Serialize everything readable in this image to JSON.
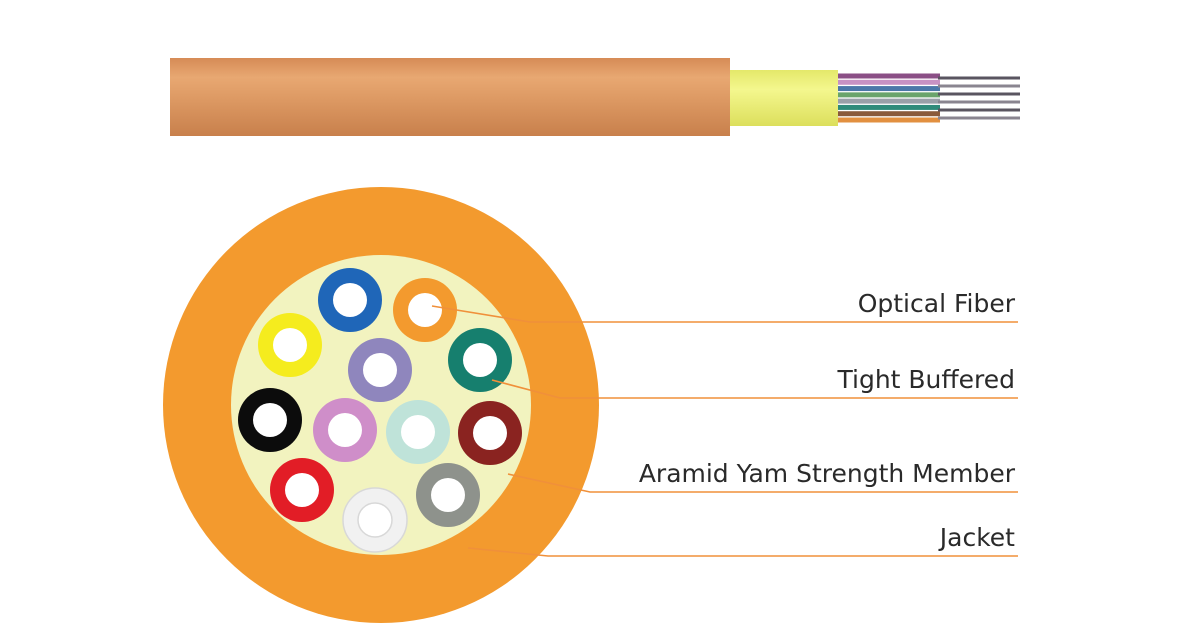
{
  "labels": {
    "optical_fiber": "Optical Fiber",
    "tight_buffered": "Tight Buffered",
    "strength_member": "Aramid Yam Strength Member",
    "jacket": "Jacket"
  },
  "colors": {
    "jacket": "#f39a2e",
    "jacket_side": "#e0a070",
    "strength_member": "#f2f3bf",
    "aramid_side": "#eef27a",
    "leader_line": "#f0903a",
    "fiber_core": "#ffffff"
  },
  "buffers": [
    {
      "color_name": "blue",
      "color": "#1f66b8"
    },
    {
      "color_name": "orange",
      "color": "#f39a2e"
    },
    {
      "color_name": "yellow",
      "color": "#f5ec1e"
    },
    {
      "color_name": "slate",
      "color": "#8f86bd"
    },
    {
      "color_name": "aqua-green",
      "color": "#167f6e"
    },
    {
      "color_name": "black",
      "color": "#0c0c0c"
    },
    {
      "color_name": "rose",
      "color": "#cf8ec9"
    },
    {
      "color_name": "aqua",
      "color": "#bfe3d9"
    },
    {
      "color_name": "brown",
      "color": "#8a2320"
    },
    {
      "color_name": "red",
      "color": "#e21d26"
    },
    {
      "color_name": "white",
      "color": "#f1f1f1"
    },
    {
      "color_name": "gray",
      "color": "#8e928c"
    }
  ],
  "fiber_strands": [
    {
      "color_name": "violet",
      "color": "#8b4f86"
    },
    {
      "color_name": "rose",
      "color": "#c792c3"
    },
    {
      "color_name": "blue",
      "color": "#4b77a8"
    },
    {
      "color_name": "green",
      "color": "#6aa46b"
    },
    {
      "color_name": "slate",
      "color": "#9aa0a8"
    },
    {
      "color_name": "aqua-green",
      "color": "#2f8b7a"
    },
    {
      "color_name": "brown",
      "color": "#8a5a3a"
    },
    {
      "color_name": "orange",
      "color": "#e29040"
    }
  ]
}
